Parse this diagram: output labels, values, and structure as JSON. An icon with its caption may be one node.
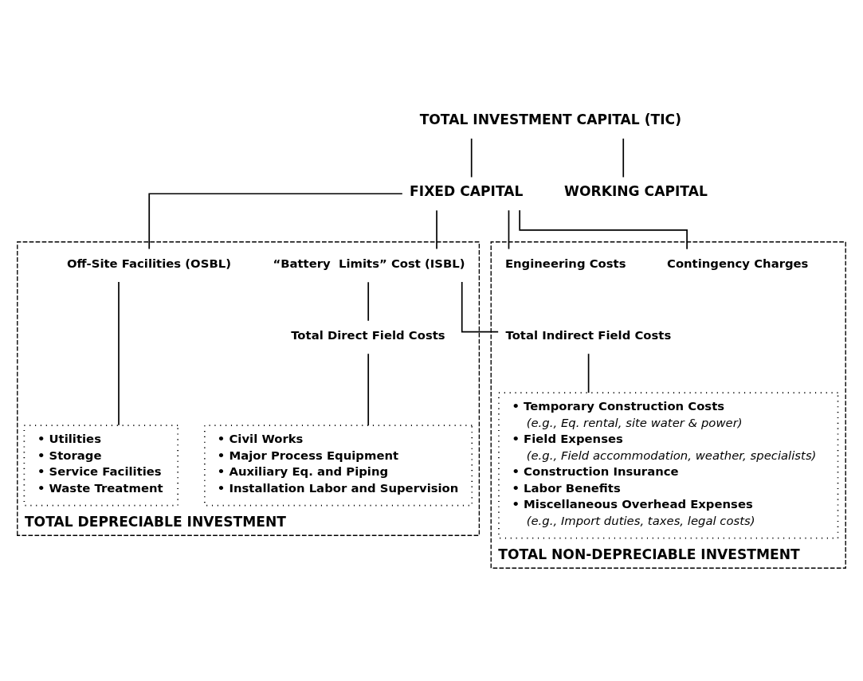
{
  "diagram": {
    "nodes": [
      {
        "text": [
          "TOTAL INVESTMENT CAPITAL (TIC)"
        ]
      },
      {
        "text": [
          "FIXED CAPITAL"
        ]
      },
      {
        "text": [
          "WORKING CAPITAL"
        ]
      },
      {
        "text": [
          "TOTAL DEPRECIABLE INVESTMENT"
        ]
      },
      {
        "text": [
          "TOTAL NON-DEPRECIABLE INVESTMENT"
        ]
      },
      {
        "text": [
          "Off-Site Facilities (OSBL)"
        ],
        "in": 3
      },
      {
        "text": [
          "“Battery  Limits” Cost (ISBL)"
        ],
        "in": 3
      },
      {
        "text": [
          "Engineering Costs"
        ],
        "in": 4
      },
      {
        "text": [
          "Contingency Charges"
        ],
        "in": 4
      },
      {
        "text": [
          "Total Direct Field Costs"
        ],
        "in": 3
      },
      {
        "text": [
          "Total Indirect Field Costs"
        ],
        "in": 4
      },
      {
        "text": [
          "• Utilities",
          "• Storage",
          "• Service Facilities",
          "• Waste Treatment"
        ],
        "in": 3
      },
      {
        "text": [
          "• Civil Works",
          "• Major Process Equipment",
          "• Auxiliary Eq. and Piping",
          "• Installation Labor and Supervision"
        ],
        "in": 3
      },
      {
        "text": [
          "• Temporary Construction Costs",
          "(e.g., Eq. rental, site water & power)",
          "• Field Expenses",
          "(e.g., Field accommodation, weather, specialists)",
          "• Construction Insurance",
          "• Labor Benefits",
          "• Miscellaneous Overhead Expenses",
          "(e.g., Import duties, taxes, legal costs)"
        ],
        "in": 4
      }
    ],
    "edges": [
      {
        "from": 0,
        "to": 1,
        "arrow": "none"
      },
      {
        "from": 0,
        "to": 2,
        "arrow": "none"
      },
      {
        "from": 1,
        "to": 5,
        "arrow": "none"
      },
      {
        "from": 1,
        "to": 6,
        "arrow": "none"
      },
      {
        "from": 1,
        "to": 7,
        "arrow": "none"
      },
      {
        "from": 1,
        "to": 8,
        "arrow": "none"
      },
      {
        "from": 6,
        "to": 9,
        "arrow": "none"
      },
      {
        "from": 6,
        "to": 10,
        "arrow": "none"
      },
      {
        "from": 5,
        "to": 11,
        "arrow": "none"
      },
      {
        "from": 9,
        "to": 12,
        "arrow": "none"
      },
      {
        "from": 10,
        "to": 13,
        "arrow": "none"
      }
    ]
  }
}
